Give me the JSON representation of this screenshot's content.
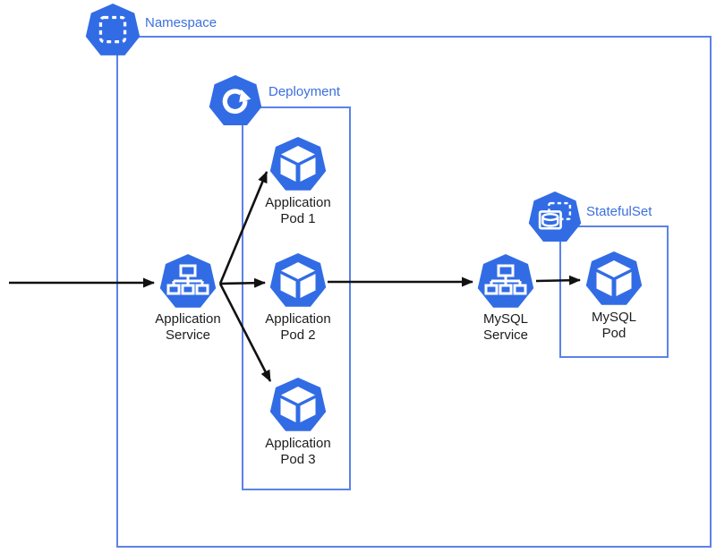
{
  "groups": {
    "namespace": {
      "label": "Namespace"
    },
    "deployment": {
      "label": "Deployment"
    },
    "statefulset": {
      "label": "StatefulSet"
    }
  },
  "nodes": {
    "app_service": {
      "label": "Application\nService"
    },
    "app_pod_1": {
      "label": "Application\nPod 1"
    },
    "app_pod_2": {
      "label": "Application\nPod 2"
    },
    "app_pod_3": {
      "label": "Application\nPod 3"
    },
    "mysql_service": {
      "label": "MySQL\nService"
    },
    "mysql_pod": {
      "label": "MySQL\nPod"
    }
  },
  "icons": {
    "namespace": "blue-heptagon-with-dashed-square",
    "deployment": "blue-heptagon-with-circular-arrow",
    "statefulset": "blue-heptagon-with-layered-db-cylinder",
    "service": "blue-heptagon-with-sitemap",
    "pod": "blue-heptagon-with-cube"
  },
  "colors": {
    "kubernetes_blue": "#326CE5",
    "group_border_blue": "#5B82E8",
    "group_label_blue": "#3B6FDE",
    "arrow_black": "#111111",
    "text_black": "#1c1c1c"
  }
}
